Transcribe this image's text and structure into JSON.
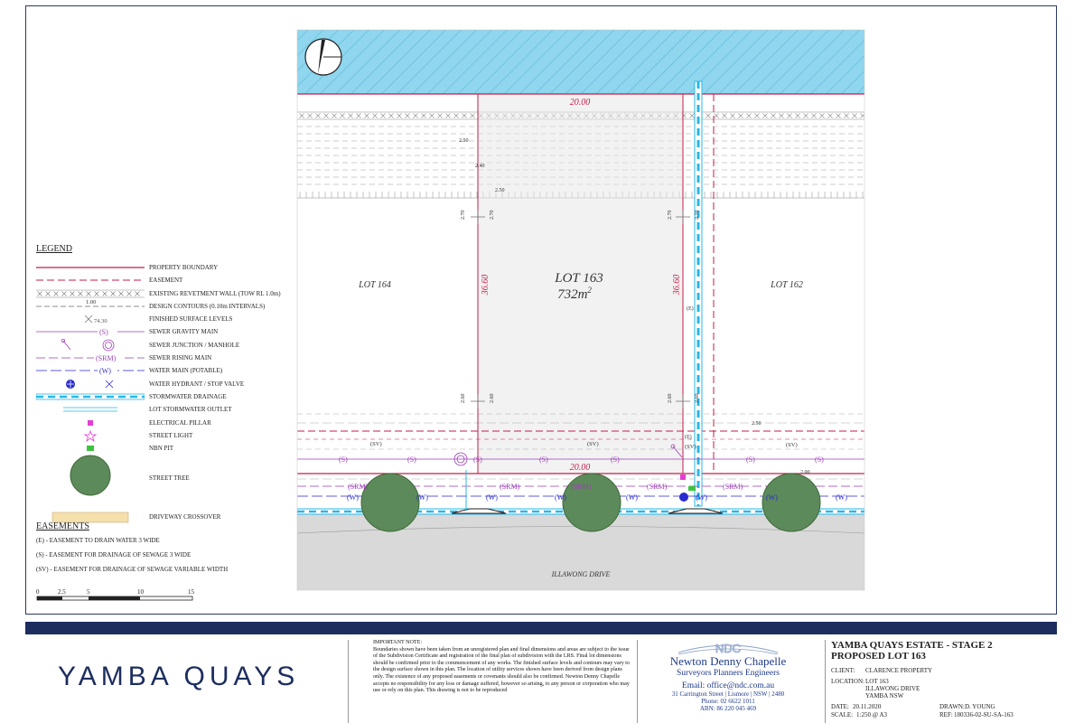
{
  "plan": {
    "lot_name": "LOT 163",
    "lot_area": "732m",
    "lot_area_sup": "2",
    "lot_left": "LOT 164",
    "lot_right": "LOT 162",
    "road_name": "ILLAWONG DRIVE",
    "dim_top": "20.00",
    "dim_bottom": "20.00",
    "dim_left": "36.60",
    "dim_right": "36.60",
    "level_tl_a": "2.70",
    "level_tl_b": "2.70",
    "level_tr_a": "2.70",
    "level_tr_b": "2.70",
    "level_bl_a": "2.60",
    "level_bl_b": "2.60",
    "level_br_a": "2.60",
    "level_br_b": "2.60",
    "contour_a": "2.50",
    "contour_b": "2.40",
    "contour_c": "2.50",
    "contour_d": "2.50",
    "contour_e": "2.00",
    "easement_e1": "(E)",
    "easement_e2": "(E)",
    "sv_labels": [
      "(SV)",
      "(SV)",
      "(SV)",
      "(SV)"
    ],
    "sewer_labels": [
      "(S)",
      "(S)",
      "(S)",
      "(S)",
      "(S)",
      "(S)",
      "(S)"
    ],
    "srm_labels": [
      "(SRM)",
      "(SRM)",
      "(SRM)",
      "(SRM)",
      "(SRM)"
    ],
    "water_labels": [
      "(W)",
      "(W)",
      "(W)",
      "(W)",
      "(W)",
      "(W)",
      "(W)",
      "(W)"
    ]
  },
  "legend": {
    "title": "LEGEND",
    "items": [
      {
        "label": "PROPERTY BOUNDARY",
        "symbol": "property-boundary"
      },
      {
        "label": "EASEMENT",
        "symbol": "easement"
      },
      {
        "label": "EXISTING REVETMENT WALL (TOW RL 1.0m)",
        "symbol": "revetment-wall"
      },
      {
        "label": "DESIGN CONTOURS (0.10m INTERVALS)",
        "symbol": "design-contours",
        "sample": "1.00"
      },
      {
        "label": "FINISHED SURFACE LEVELS",
        "symbol": "surface-level",
        "sample": "74.30"
      },
      {
        "label": "SEWER GRAVITY MAIN",
        "symbol": "sewer-main",
        "sample": "(S)"
      },
      {
        "label": "SEWER JUNCTION / MANHOLE",
        "symbol": "sewer-junction"
      },
      {
        "label": "SEWER RISING MAIN",
        "symbol": "sewer-rising-main",
        "sample": "(SRM)"
      },
      {
        "label": "WATER MAIN (POTABLE)",
        "symbol": "water-main",
        "sample": "(W)"
      },
      {
        "label": "WATER HYDRANT / STOP VALVE",
        "symbol": "hydrant"
      },
      {
        "label": "STORMWATER DRAINAGE",
        "symbol": "stormwater"
      },
      {
        "label": "LOT STORMWATER OUTLET",
        "symbol": "lot-outlet"
      },
      {
        "label": "ELECTRICAL PILLAR",
        "symbol": "electrical-pillar"
      },
      {
        "label": "STREET LIGHT",
        "symbol": "street-light"
      },
      {
        "label": "NBN PIT",
        "symbol": "nbn-pit"
      },
      {
        "label": "STREET TREE",
        "symbol": "street-tree"
      },
      {
        "label": "DRIVEWAY CROSSOVER",
        "symbol": "driveway"
      }
    ]
  },
  "easements": {
    "title": "EASEMENTS",
    "items": [
      "(E) - EASEMENT TO DRAIN WATER 3 WIDE",
      "(S) - EASEMENT FOR DRAINAGE OF SEWAGE 3 WIDE",
      "(SV) - EASEMENT FOR DRAINAGE OF SEWAGE VARIABLE WIDTH"
    ]
  },
  "scalebar": {
    "ticks": [
      "0",
      "2.5",
      "5",
      "10",
      "15"
    ]
  },
  "titleblock": {
    "brand": "YAMBA QUAYS",
    "note_title": "IMPORTANT NOTE:",
    "note_body": "Boundaries shown have been taken from an unregistered plan and final dimensions and areas are subject to the issue of the Subdivision Certificate and registration of the final plan of subdivision with the LRS. Final lot dimensions should be confirmed prior to the commencement of any works. The finished surface levels and contours may vary to the design surface shown in this plan. The location of utility services shown have been derived from design plans only. The existence of any proposed easements or covenants should also be confirmed. Newton Denny Chapelle accepts no responsibility for any loss or damage suffered, however so arising, to any person or corporation who may use or rely on this plan. This drawing is not to be reproduced",
    "ndc_logo": "NDC",
    "company": "Newton Denny Chapelle",
    "company_sub": "Surveyors Planners Engineers",
    "email": "Email: office@ndc.com.au",
    "address": "31 Carrington Street | Lismore | NSW | 2480",
    "phone": "Phone: 02 6622 1011",
    "abn": "ABN: 86 220 045 469",
    "project_line1": "YAMBA QUAYS ESTATE - STAGE 2",
    "project_line2": "PROPOSED LOT 163",
    "client_label": "CLIENT:",
    "client_value": "CLARENCE PROPERTY",
    "location_label": "LOCATION:",
    "location_lines": [
      "LOT 163",
      "ILLAWONG DRIVE",
      "YAMBA NSW"
    ],
    "date_label": "DATE:",
    "date_value": "20.11.2020",
    "drawn_label": "DRAWN:",
    "drawn_value": "D. YOUNG",
    "scale_label": "SCALE:",
    "scale_value": "1:250 @ A3",
    "ref_label": "REF:",
    "ref_value": "180336-02-SU-SA-163"
  },
  "colors": {
    "boundary": "#c41e4a",
    "water_body": "#8fd6ee",
    "sewer": "#9b3fb5",
    "water_main": "#2a2ad0",
    "stormwater": "#29b7e6",
    "tree": "#5d8a5a",
    "road": "#d9d9d9",
    "brand_navy": "#1c2d5e"
  }
}
